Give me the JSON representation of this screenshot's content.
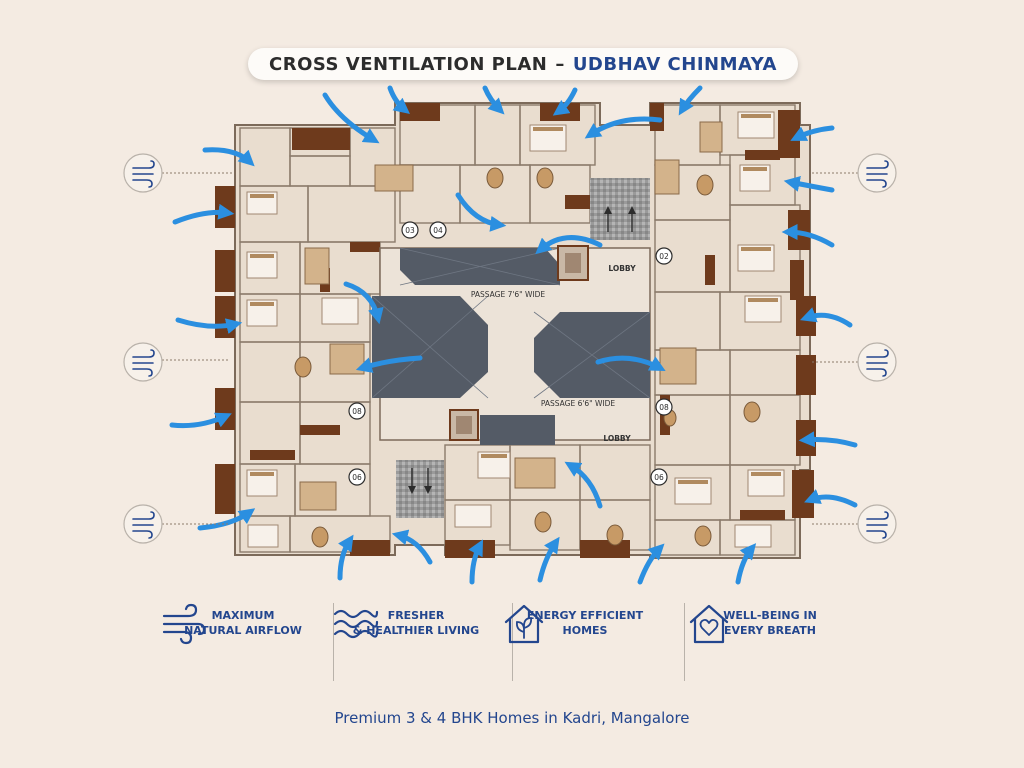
{
  "title": {
    "main": "CROSS VENTILATION PLAN",
    "separator": "–",
    "project": "UDBHAV CHINMAYA"
  },
  "plan": {
    "passages": [
      "PASSAGE 7'6\" WIDE",
      "PASSAGE 6'6\" WIDE"
    ],
    "lobbies": [
      "LOBBY",
      "LOBBY"
    ],
    "unit_numbers": [
      "03",
      "04",
      "02",
      "08",
      "08",
      "06",
      "06"
    ]
  },
  "features": [
    {
      "icon": "wind-icon",
      "line1": "MAXIMUM",
      "line2": "NATURAL AIRFLOW"
    },
    {
      "icon": "waves-icon",
      "line1": "FRESHER",
      "line2": "& HEALTHIER LIVING"
    },
    {
      "icon": "eco-house-icon",
      "line1": "ENERGY EFFICIENT",
      "line2": "HOMES"
    },
    {
      "icon": "heart-house-icon",
      "line1": "WELL-BEING IN",
      "line2": "EVERY BREATH"
    }
  ],
  "footer": "Premium 3 & 4 BHK Homes in Kadri, Mangalore",
  "colors": {
    "brand_blue": "#23468e",
    "arrow_blue": "#2b8fe0",
    "background": "#f4ebe2",
    "floor": "#e9ddcf",
    "wood": "#6e3a1c",
    "slab": "#545b66"
  }
}
